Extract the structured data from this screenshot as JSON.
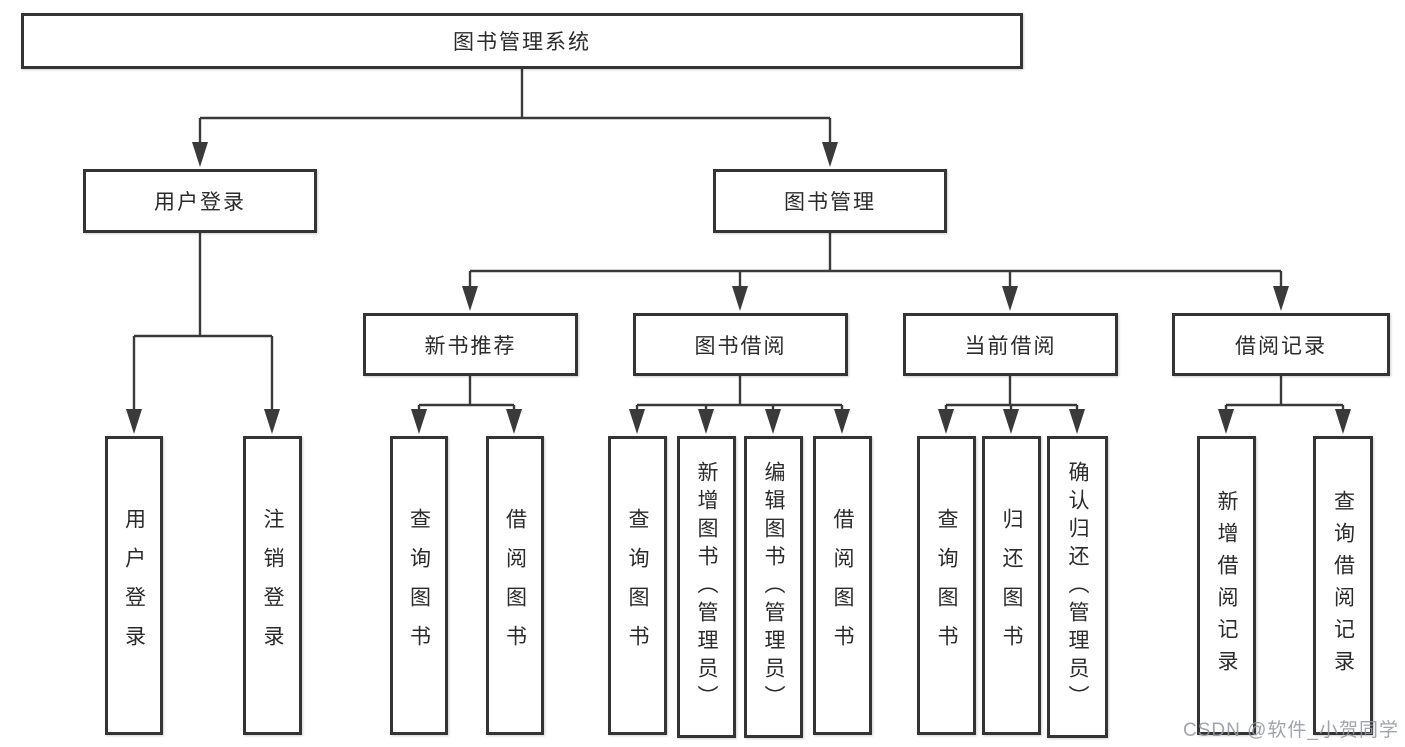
{
  "nodes": {
    "root": {
      "label": "图书管理系统"
    },
    "level2": [
      {
        "label": "用户登录"
      },
      {
        "label": "图书管理"
      }
    ],
    "level3": [
      {
        "label": "新书推荐"
      },
      {
        "label": "图书借阅"
      },
      {
        "label": "当前借阅"
      },
      {
        "label": "借阅记录"
      }
    ],
    "leaves": [
      {
        "label": "用户登录"
      },
      {
        "label": "注销登录"
      },
      {
        "label": "查询图书"
      },
      {
        "label": "借阅图书"
      },
      {
        "label": "查询图书"
      },
      {
        "label": "新增图书（管理员）"
      },
      {
        "label": "编辑图书（管理员）"
      },
      {
        "label": "借阅图书"
      },
      {
        "label": "查询图书"
      },
      {
        "label": "归还图书"
      },
      {
        "label": "确认归还（管理员）"
      },
      {
        "label": "新增借阅记录"
      },
      {
        "label": "查询借阅记录"
      }
    ]
  },
  "watermark": {
    "text": "CSDN @软件_小贺同学"
  },
  "colors": {
    "border": "#343434",
    "line": "#3a3a3a",
    "text": "#2b2b2b",
    "background": "#ffffff",
    "watermark": "#94999f"
  }
}
